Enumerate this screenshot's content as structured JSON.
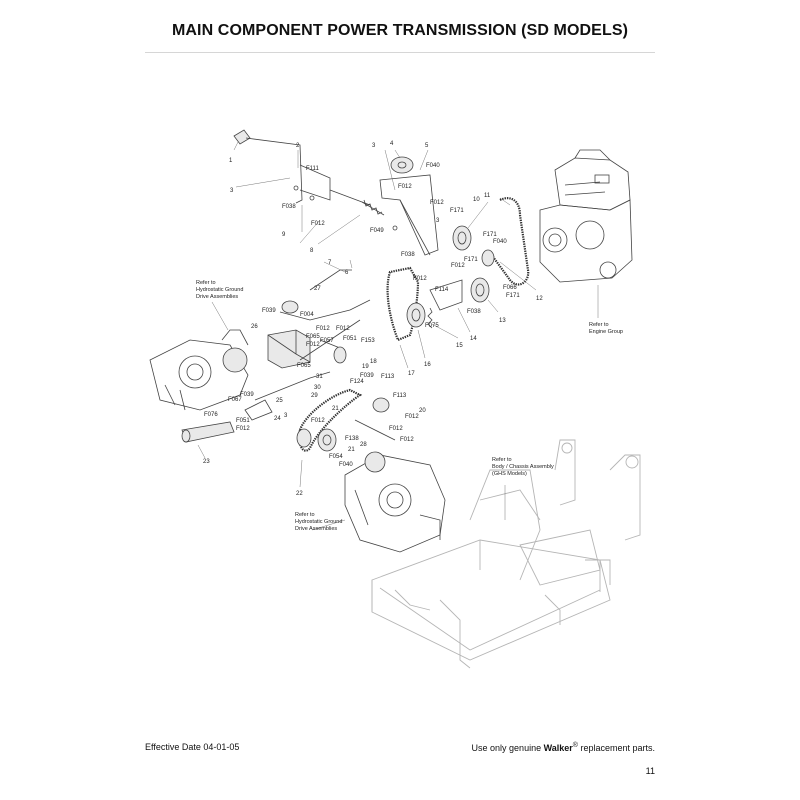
{
  "page": {
    "title": "MAIN COMPONENT POWER TRANSMISSION (SD MODELS)",
    "footer_left": "Effective Date 04-01-05",
    "footer_right_prefix": "Use only genuine ",
    "footer_right_brand": "Walker",
    "footer_right_reg": "®",
    "footer_right_suffix": " replacement parts.",
    "page_number": "11"
  },
  "notes": {
    "hydro_upper": [
      "Refer to",
      "Hydrostatic Ground",
      "Drive Assemblies"
    ],
    "engine": [
      "Refer to",
      "Engine Group"
    ],
    "body_chassis": [
      "Refer to",
      "Body / Chassis Assembly",
      "(GHS Models)"
    ],
    "hydro_lower": [
      "Refer to",
      "Hydrostatic Ground",
      "Drive Assemblies"
    ]
  },
  "callouts": [
    {
      "id": "c1",
      "text": "1"
    },
    {
      "id": "c2",
      "text": "2"
    },
    {
      "id": "c3a",
      "text": "3"
    },
    {
      "id": "c3b",
      "text": "3"
    },
    {
      "id": "c3c",
      "text": "3"
    },
    {
      "id": "c3d",
      "text": "3"
    },
    {
      "id": "c4",
      "text": "4"
    },
    {
      "id": "c5",
      "text": "5"
    },
    {
      "id": "c6",
      "text": "6"
    },
    {
      "id": "c7",
      "text": "7"
    },
    {
      "id": "c8",
      "text": "8"
    },
    {
      "id": "c9",
      "text": "9"
    },
    {
      "id": "c10",
      "text": "10"
    },
    {
      "id": "c11",
      "text": "11"
    },
    {
      "id": "c12",
      "text": "12"
    },
    {
      "id": "c13",
      "text": "13"
    },
    {
      "id": "c14",
      "text": "14"
    },
    {
      "id": "c15",
      "text": "15"
    },
    {
      "id": "c16",
      "text": "16"
    },
    {
      "id": "c17",
      "text": "17"
    },
    {
      "id": "c18",
      "text": "18"
    },
    {
      "id": "c19",
      "text": "19"
    },
    {
      "id": "c20",
      "text": "20"
    },
    {
      "id": "c21a",
      "text": "21"
    },
    {
      "id": "c21b",
      "text": "21"
    },
    {
      "id": "c22",
      "text": "22"
    },
    {
      "id": "c23",
      "text": "23"
    },
    {
      "id": "c24",
      "text": "24"
    },
    {
      "id": "c25",
      "text": "25"
    },
    {
      "id": "c26",
      "text": "26"
    },
    {
      "id": "c27",
      "text": "27"
    },
    {
      "id": "c28",
      "text": "28"
    },
    {
      "id": "c29",
      "text": "29"
    },
    {
      "id": "c30",
      "text": "30"
    },
    {
      "id": "c31",
      "text": "31"
    },
    {
      "id": "f111",
      "text": "F111"
    },
    {
      "id": "f038a",
      "text": "F038"
    },
    {
      "id": "f012a",
      "text": "F012"
    },
    {
      "id": "f040a",
      "text": "F040"
    },
    {
      "id": "f012b",
      "text": "F012"
    },
    {
      "id": "f012c",
      "text": "F012"
    },
    {
      "id": "f049",
      "text": "F049"
    },
    {
      "id": "f038b",
      "text": "F038"
    },
    {
      "id": "f171a",
      "text": "F171"
    },
    {
      "id": "f171b",
      "text": "F171"
    },
    {
      "id": "f040b",
      "text": "F040"
    },
    {
      "id": "f171c",
      "text": "F171"
    },
    {
      "id": "f012d",
      "text": "F012"
    },
    {
      "id": "f012e",
      "text": "F012"
    },
    {
      "id": "f114",
      "text": "F114"
    },
    {
      "id": "f066",
      "text": "F066"
    },
    {
      "id": "f171d",
      "text": "F171"
    },
    {
      "id": "f038c",
      "text": "F038"
    },
    {
      "id": "f075",
      "text": "F075"
    },
    {
      "id": "f039a",
      "text": "F039"
    },
    {
      "id": "f004",
      "text": "F004"
    },
    {
      "id": "f012f",
      "text": "F012"
    },
    {
      "id": "f065a",
      "text": "F065"
    },
    {
      "id": "f012g",
      "text": "F012"
    },
    {
      "id": "f012h",
      "text": "F012"
    },
    {
      "id": "f051a",
      "text": "F051"
    },
    {
      "id": "f057",
      "text": "F057"
    },
    {
      "id": "f153",
      "text": "F153"
    },
    {
      "id": "f065b",
      "text": "F065"
    },
    {
      "id": "f039b",
      "text": "F039"
    },
    {
      "id": "f113a",
      "text": "F113"
    },
    {
      "id": "f124",
      "text": "F124"
    },
    {
      "id": "f113b",
      "text": "F113"
    },
    {
      "id": "f067",
      "text": "F067"
    },
    {
      "id": "f039c",
      "text": "F039"
    },
    {
      "id": "f076",
      "text": "F076"
    },
    {
      "id": "f051b",
      "text": "F051"
    },
    {
      "id": "f012i",
      "text": "F012"
    },
    {
      "id": "f012j",
      "text": "F012"
    },
    {
      "id": "f012k",
      "text": "F012"
    },
    {
      "id": "f138",
      "text": "F138"
    },
    {
      "id": "f012l",
      "text": "F012"
    },
    {
      "id": "f054",
      "text": "F054"
    },
    {
      "id": "f040c",
      "text": "F040"
    },
    {
      "id": "f012m",
      "text": "F012"
    }
  ]
}
